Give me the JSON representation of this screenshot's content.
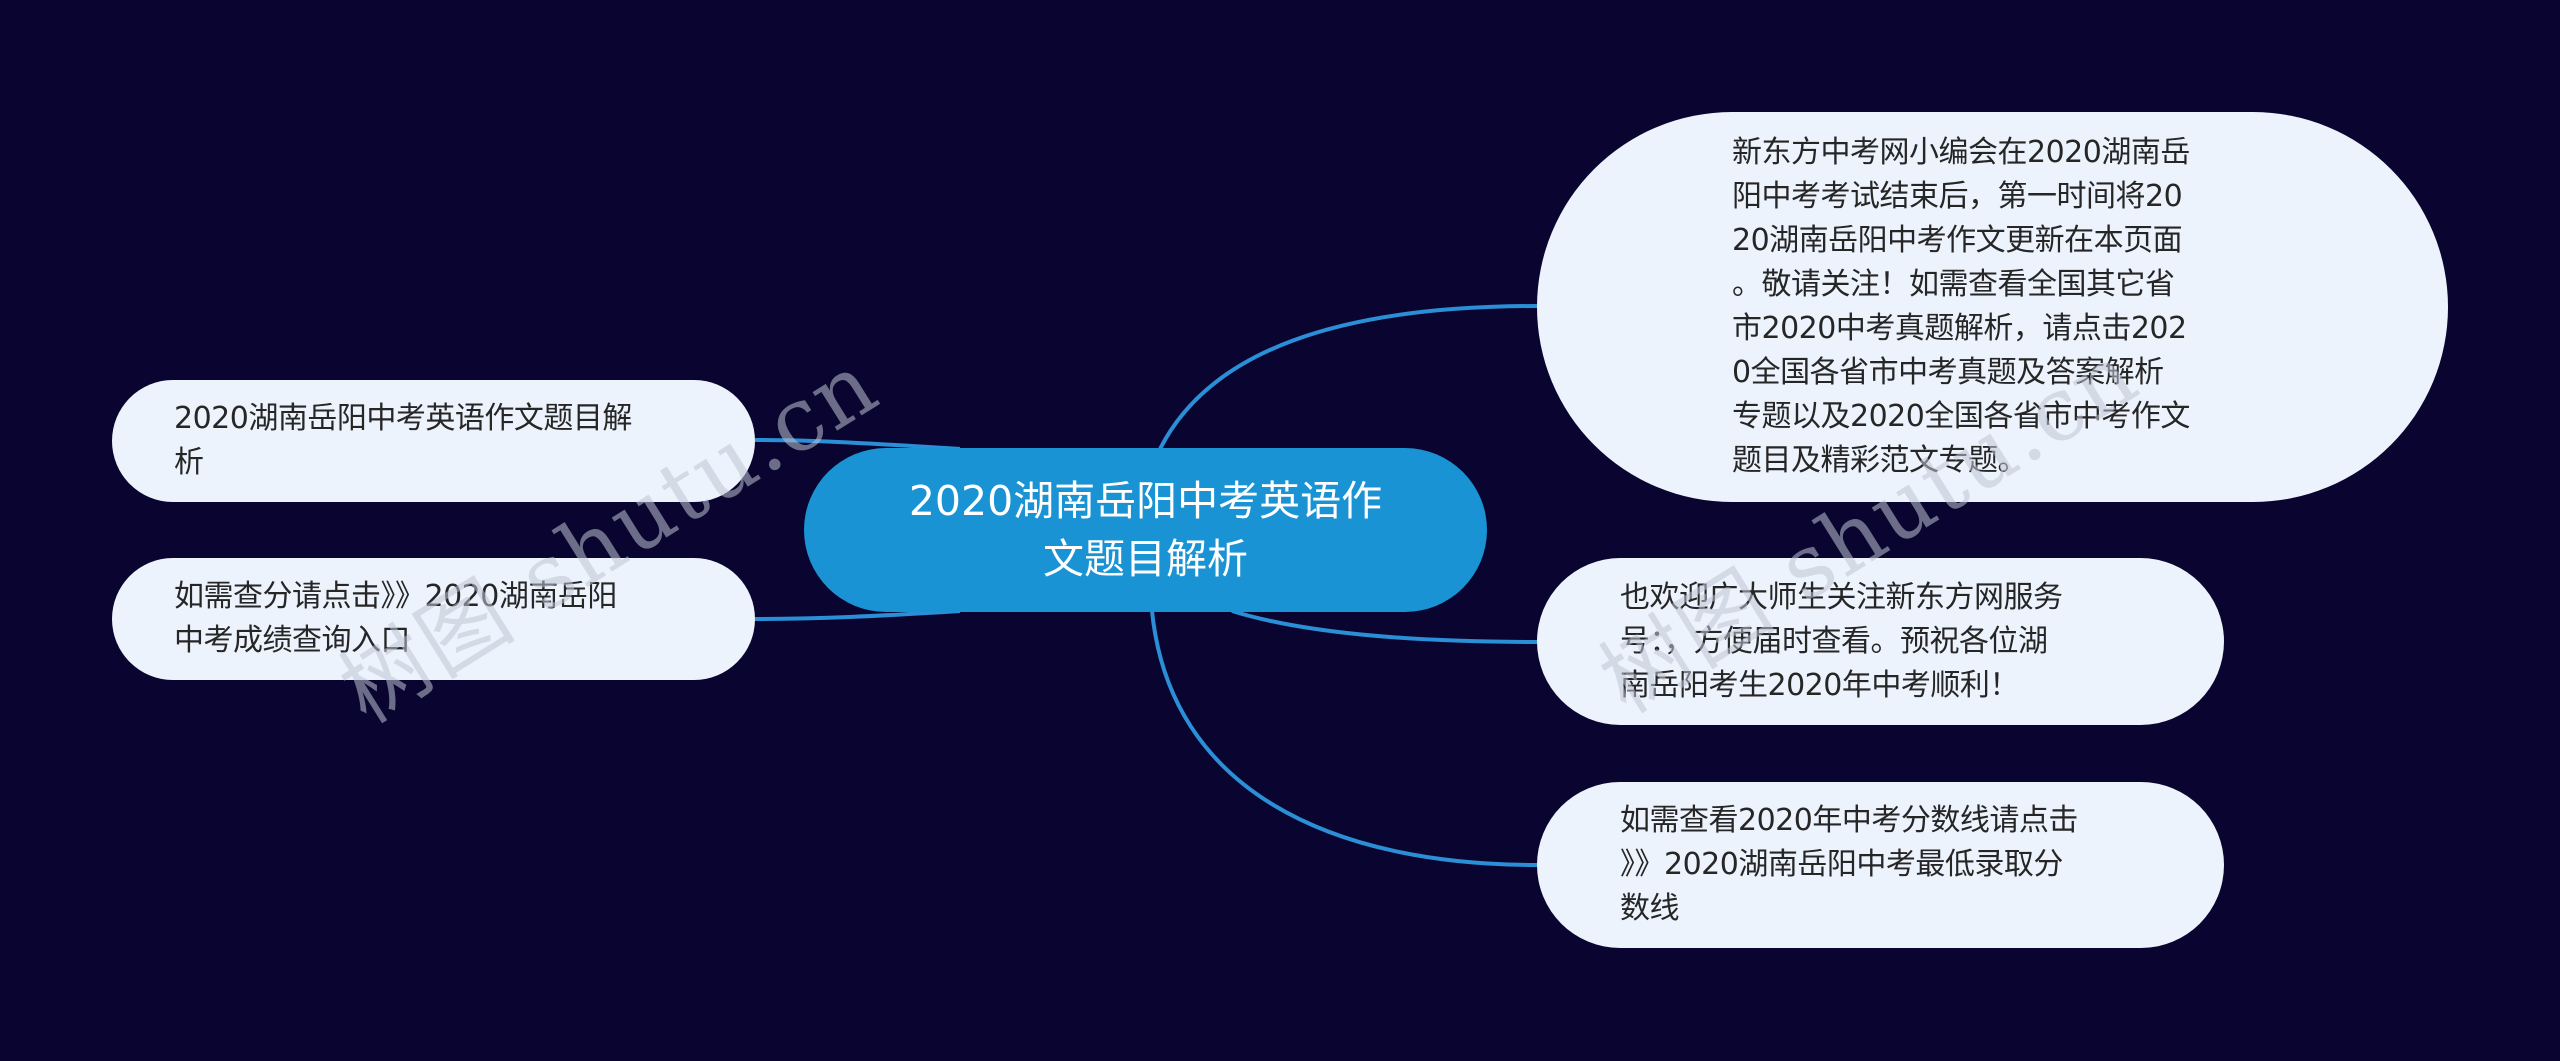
{
  "colors": {
    "background": "#0a0530",
    "root_fill": "#1a93d4",
    "root_text": "#ffffff",
    "leaf_fill": "#edf3fd",
    "leaf_text": "#262626",
    "connector": "#2a8fd6"
  },
  "root": {
    "label": "2020湖南岳阳中考英语作文题目解析",
    "lines": [
      "2020湖南岳阳中考英语作",
      "文题目解析"
    ]
  },
  "left_nodes": [
    {
      "label": "2020湖南岳阳中考英语作文题目解析",
      "lines": [
        "2020湖南岳阳中考英语作文题目解",
        "析"
      ]
    },
    {
      "label": "如需查分请点击》》2020湖南岳阳中考成绩查询入口",
      "lines": [
        "如需查分请点击》》2020湖南岳阳",
        "中考成绩查询入口"
      ]
    }
  ],
  "right_nodes": [
    {
      "label": "新东方中考网小编会在2020湖南岳阳中考考试结束后，第一时间将2020湖南岳阳中考作文更新在本页面。敬请关注！如需查看全国其它省市2020中考真题解析，请点击2020全国各省市中考真题及答案解析专题以及2020全国各省市中考作文题目及精彩范文专题。",
      "lines": [
        "新东方中考网小编会在2020湖南岳",
        "阳中考考试结束后，第一时间将20",
        "20湖南岳阳中考作文更新在本页面",
        "。敬请关注！如需查看全国其它省",
        "市2020中考真题解析，请点击202",
        "0全国各省市中考真题及答案解析",
        "专题以及2020全国各省市中考作文",
        "题目及精彩范文专题。"
      ]
    },
    {
      "label": "也欢迎广大师生关注新东方网服务号：，方便届时查看。预祝各位湖南岳阳考生2020年中考顺利！",
      "lines": [
        "也欢迎广大师生关注新东方网服务",
        "号：，方便届时查看。预祝各位湖",
        "南岳阳考生2020年中考顺利！"
      ]
    },
    {
      "label": "如需查看2020年中考分数线请点击》》2020湖南岳阳中考最低录取分数线",
      "lines": [
        "如需查看2020年中考分数线请点击",
        "》》2020湖南岳阳中考最低录取分",
        "数线"
      ]
    }
  ],
  "watermarks": [
    {
      "text": "树图 shutu.cn"
    },
    {
      "text": "树图 shutu.cn"
    }
  ]
}
